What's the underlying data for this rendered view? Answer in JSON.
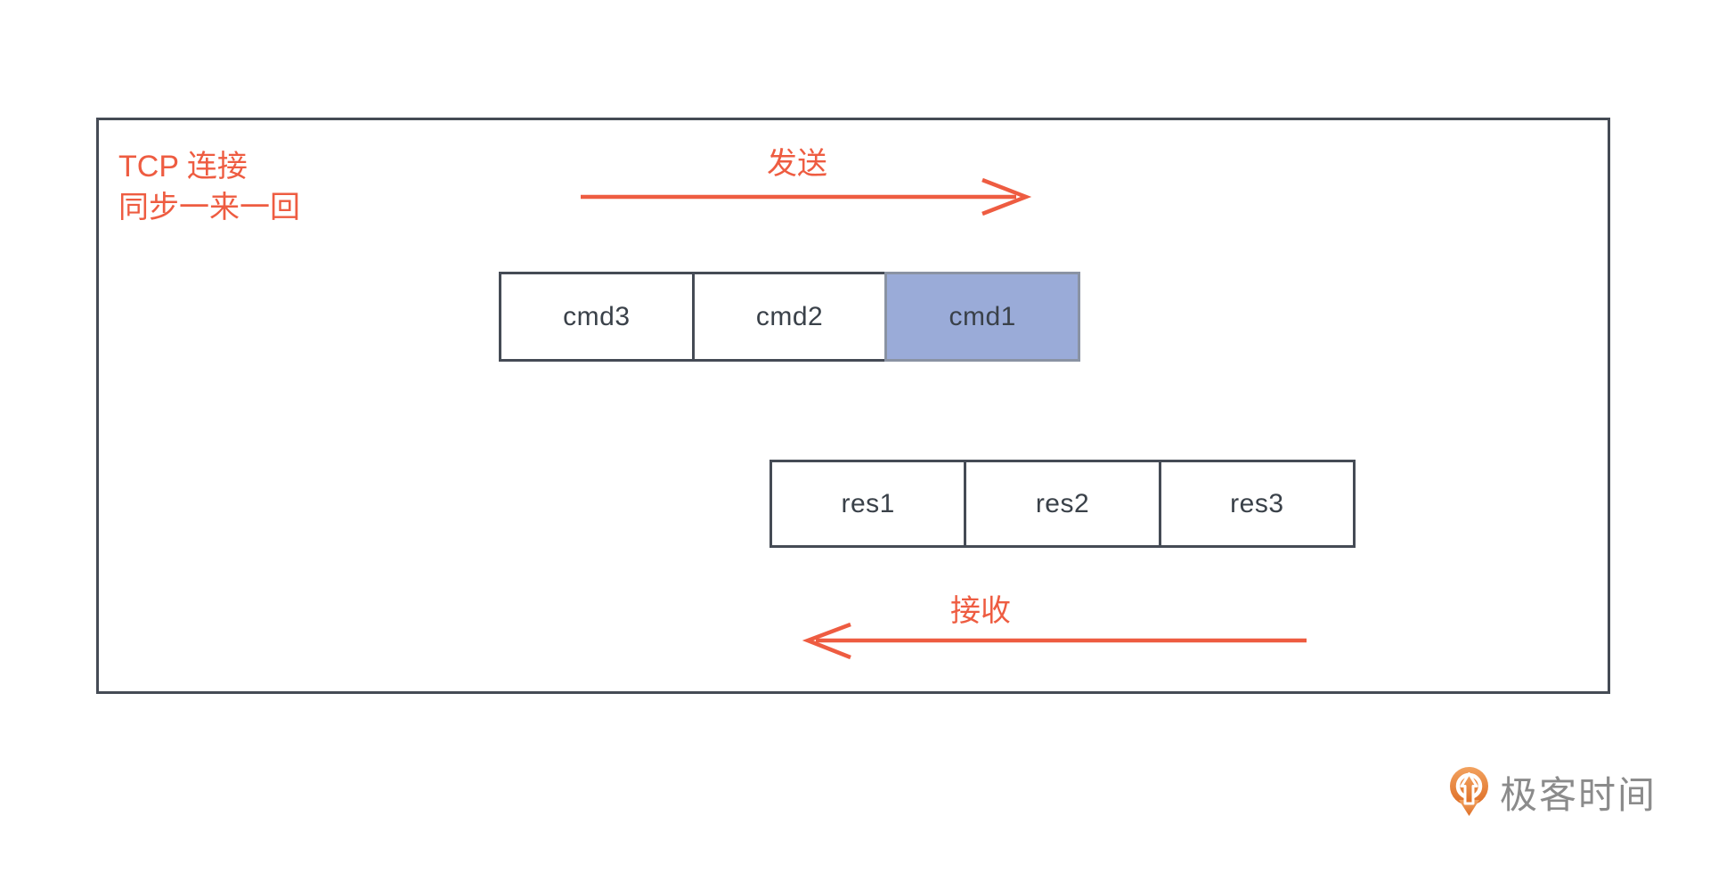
{
  "diagram": {
    "annotation": {
      "line1": "TCP 连接",
      "line2": "同步一来一回"
    },
    "send_arrow": {
      "label": "发送",
      "direction": "right"
    },
    "receive_arrow": {
      "label": "接收",
      "direction": "left"
    },
    "command_queue": {
      "cells": [
        "cmd3",
        "cmd2",
        "cmd1"
      ],
      "highlighted_cell": "cmd1"
    },
    "response_queue": {
      "cells": [
        "res1",
        "res2",
        "res3"
      ]
    }
  },
  "footer": {
    "brand": "极客时间"
  },
  "colors": {
    "accent_orange": "#EE5C41",
    "box_border": "#454B55",
    "highlight_blue": "#9AABD8",
    "highlight_border": "#8A93A3",
    "text_dark": "#3A4149",
    "logo_text_gray": "#8B8B8B",
    "logo_orange_light": "#F2A25F",
    "logo_orange_dark": "#DE6E26"
  }
}
